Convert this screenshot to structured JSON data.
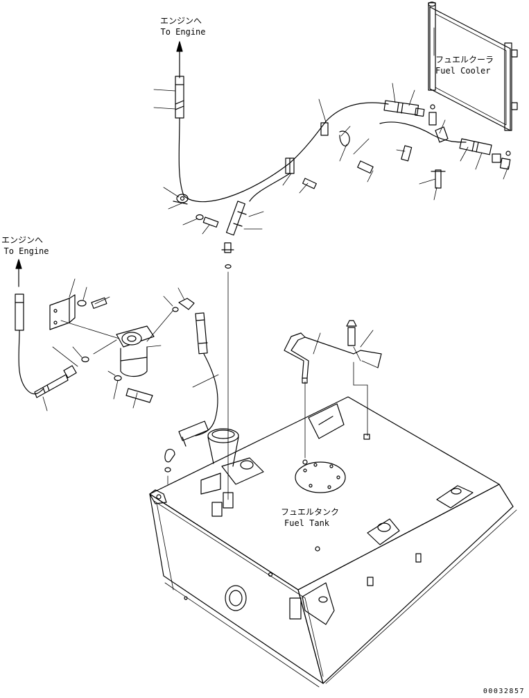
{
  "labels": {
    "engine_top_jp": "エンジンへ",
    "engine_top_en": "To Engine",
    "engine_left_jp": "エンジンへ",
    "engine_left_en": "To Engine",
    "cooler_jp": "フュエルクーラ",
    "cooler_en": "Fuel Cooler",
    "tank_jp": "フュエルタンク",
    "tank_en": "Fuel Tank"
  },
  "document_number": "00032857"
}
